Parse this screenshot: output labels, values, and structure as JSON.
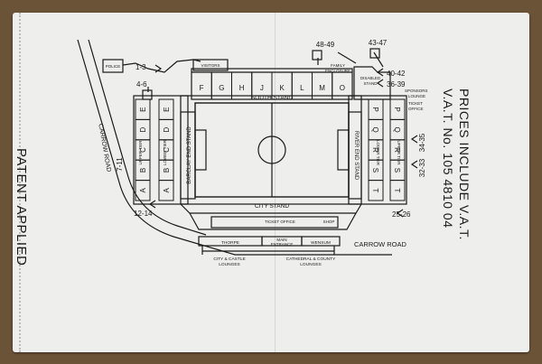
{
  "ticket": {
    "patent": "PATENT APPLIED",
    "prices_line1": "PRICES INCLUDE V.A.T.",
    "prices_line2": "V.A.T. No. 105 4810 04"
  },
  "map": {
    "stands": {
      "south": "SOUTH STAND",
      "city": "CITY STAND",
      "barclay": "BARCLAY END STAND",
      "river": "RIVER END STAND"
    },
    "upper_tier": "UPPER TIER",
    "lower_tier": "LOWER TIER",
    "roads": {
      "carrow_left": "CARROW ROAD",
      "carrow_bottom": "CARROW ROAD"
    },
    "buildings": {
      "police": "POLICE",
      "visitors": "VISITORS",
      "family_line1": "FAMILY",
      "family_line2": "ENCLOSURE",
      "disabled_line1": "DISABLED",
      "disabled_line2": "STAND",
      "sponsors_line1": "SPONSORS",
      "sponsors_line2": "LOUNGE",
      "ticket_office_right_line1": "TICKET",
      "ticket_office_right_line2": "OFFICE",
      "ticket_office": "TICKET OFFICE",
      "shop": "SHOP",
      "thorpe": "THORPE",
      "main_line1": "MAIN",
      "main_line2": "ENTRANCE",
      "wensum": "WENSUM",
      "city_castle_line1": "CITY & CASTLE",
      "city_castle_line2": "LOUNGES",
      "cathedral_line1": "CATHEDRAL & COUNTY",
      "cathedral_line2": "LOUNGES"
    },
    "gates": {
      "g48_49": "48-49",
      "g43_47": "43-47",
      "g40_42": "40-42",
      "g36_39": "36-39",
      "g1_3": "1-3",
      "g4_6": "4-6",
      "g7_11": "7-11",
      "g12_14": "12-14",
      "g34_35": "34-35",
      "g32_33": "32-33",
      "g25_26": "25-26"
    },
    "south_blocks": [
      "F",
      "G",
      "H",
      "J",
      "K",
      "L",
      "M",
      "O"
    ],
    "barclay_upper": [
      "E",
      "D",
      "C",
      "B",
      "A"
    ],
    "barclay_lower": [
      "E",
      "D",
      "C",
      "B",
      "A"
    ],
    "river_lower": [
      "P",
      "Q",
      "R",
      "S",
      "T"
    ],
    "river_upper": [
      "P",
      "Q",
      "R",
      "S",
      "T"
    ]
  }
}
